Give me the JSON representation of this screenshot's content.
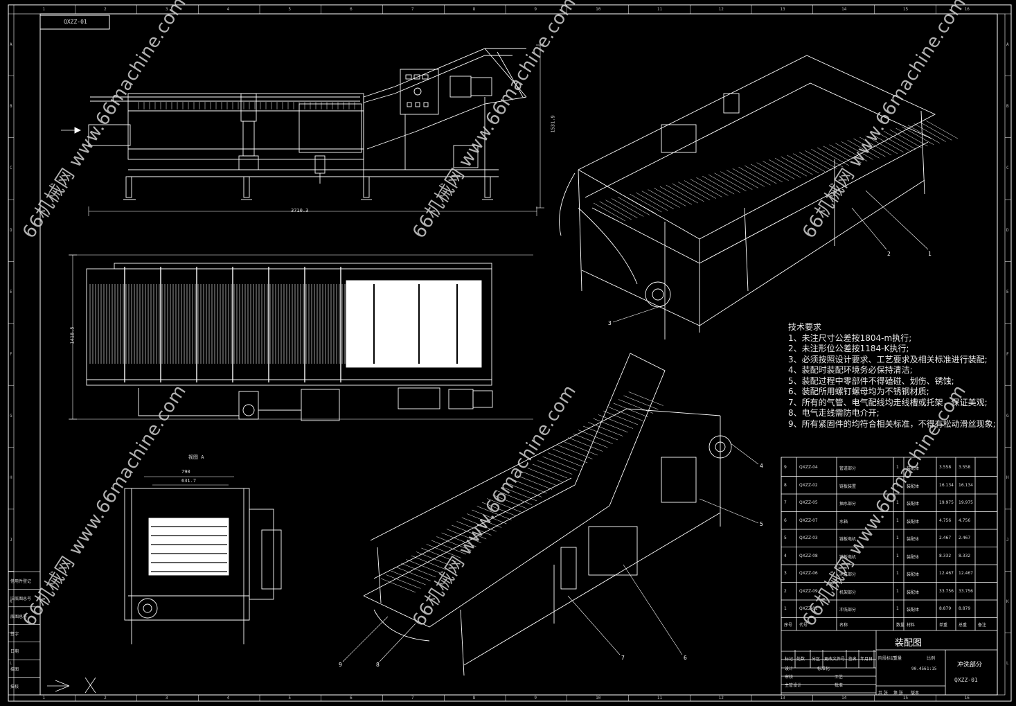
{
  "drawing_number": "QXZZ-01",
  "views": {
    "side_dim_length": "3710.3",
    "side_dim_height": "1531.9",
    "top_dim_width": "1418.5",
    "view_a_label": "视图 A",
    "view_a_dim_outer": "790",
    "view_a_dim_inner": "631.7"
  },
  "grid": {
    "columns": [
      "1",
      "2",
      "3",
      "4",
      "5",
      "6",
      "7",
      "8",
      "9",
      "10",
      "11",
      "12",
      "13",
      "14",
      "15",
      "16"
    ],
    "rows": [
      "A",
      "B",
      "C",
      "D",
      "E",
      "F",
      "G",
      "H",
      "J",
      "K",
      "L"
    ]
  },
  "tech_notes": {
    "title": "技术要求",
    "lines": [
      "1、未注尺寸公差按1804-m执行;",
      "2、未注形位公差按1184-K执行;",
      "3、必须按照设计要求、工艺要求及相关标准进行装配;",
      "4、装配时装配环境务必保持清洁;",
      "5、装配过程中零部件不得磕碰、划伤、锈蚀;",
      "6、装配所用螺钉螺母均为不锈钢材质;",
      "7、所有的气管、电气配线均走线槽或托架，保证美观;",
      "8、电气走线需防电介开;",
      "9、所有紧固件的均符合相关标准，不得有松动滑丝现象;"
    ]
  },
  "bom": {
    "rows": [
      {
        "no": "9",
        "code": "QXZZ-04",
        "name": "管道部分",
        "qty": "1",
        "mat": "装配体",
        "unit": "3.558",
        "total": "3.558"
      },
      {
        "no": "8",
        "code": "QXZZ-02",
        "name": "链板装置",
        "qty": "1",
        "mat": "装配体",
        "unit": "16.134",
        "total": "16.134"
      },
      {
        "no": "7",
        "code": "QXZZ-05",
        "name": "抽水部分",
        "qty": "1",
        "mat": "装配体",
        "unit": "19.975",
        "total": "19.975"
      },
      {
        "no": "6",
        "code": "QXZZ-07",
        "name": "水箱",
        "qty": "1",
        "mat": "装配体",
        "unit": "4.756",
        "total": "4.756"
      },
      {
        "no": "5",
        "code": "QXZZ-03",
        "name": "链板电机",
        "qty": "1",
        "mat": "装配体",
        "unit": "2.467",
        "total": "2.467"
      },
      {
        "no": "4",
        "code": "QXZZ-08",
        "name": "链板电机",
        "qty": "1",
        "mat": "装配体",
        "unit": "8.332",
        "total": "8.332"
      },
      {
        "no": "3",
        "code": "QXZZ-06",
        "name": "冰泵部分",
        "qty": "1",
        "mat": "装配体",
        "unit": "12.467",
        "total": "12.467"
      },
      {
        "no": "2",
        "code": "QXZZ-09",
        "name": "机架部分",
        "qty": "1",
        "mat": "装配体",
        "unit": "33.756",
        "total": "33.756"
      },
      {
        "no": "1",
        "code": "QXZZ-01",
        "name": "冲洗部分",
        "qty": "1",
        "mat": "装配体",
        "unit": "8.879",
        "total": "8.879"
      }
    ],
    "header": {
      "no": "序号",
      "code": "代号",
      "name": "名称",
      "qty": "数量",
      "mat": "材料",
      "unit": "单重",
      "total": "总重",
      "remark": "备注"
    }
  },
  "title_block": {
    "drawing_title": "装配图",
    "part_name": "冲洗部分",
    "code": "QXZZ-01",
    "weight": "90.456",
    "scale": "1:15",
    "labels": [
      "标记",
      "处数",
      "分区",
      "更改文件号",
      "签名",
      "年月日",
      "设计",
      "标准化",
      "审核",
      "工艺",
      "主管设计",
      "批准",
      "阶段标记",
      "重量",
      "比例",
      "共 张",
      "第 张",
      "版本"
    ]
  },
  "left_strip": [
    "借用件登记",
    "旧底图总号",
    "底图总号",
    "签字",
    "日期",
    "描图",
    "描校"
  ],
  "balloons": [
    "1",
    "2",
    "3",
    "4",
    "5",
    "6",
    "7",
    "8",
    "9"
  ],
  "watermark": {
    "text_a": "66机械网 www.66machine.com",
    "text_b": "66机械网 www.66machine.com"
  },
  "colors": {
    "line": "#ffffff",
    "background": "#000000",
    "watermark": "#cfcfcf"
  }
}
